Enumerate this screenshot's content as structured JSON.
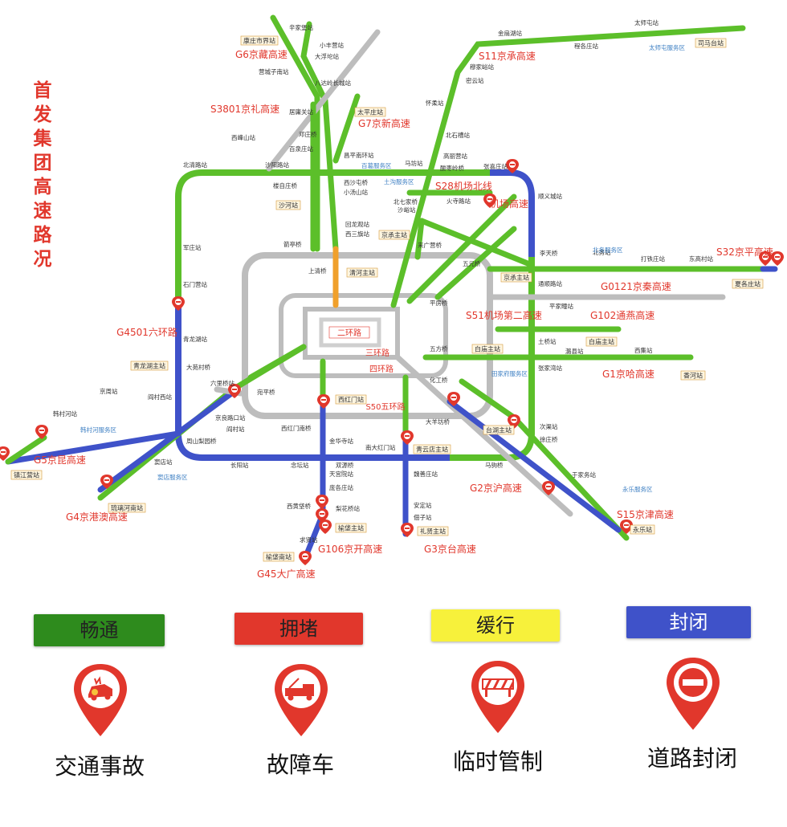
{
  "title": "首发集团高速路况",
  "colors": {
    "smooth": "#5cbf2a",
    "congest": "#e1372c",
    "slow": "#f3f03a",
    "closed": "#3f52c9",
    "ring": "#bdbdbd"
  },
  "rings": {
    "r2": "二环路",
    "r3": "三环路",
    "r4": "四环路",
    "r5": "S50五环路",
    "r6": "G4501六环路"
  },
  "highways": [
    {
      "key": "g6",
      "label": "G6京藏高速"
    },
    {
      "key": "s3801",
      "label": "S3801京礼高速"
    },
    {
      "key": "g7",
      "label": "G7京新高速"
    },
    {
      "key": "s11",
      "label": "S11京承高速"
    },
    {
      "key": "s28",
      "label": "S28机场北线"
    },
    {
      "key": "airport",
      "label": "机场高速"
    },
    {
      "key": "s32",
      "label": "S32京平高速"
    },
    {
      "key": "g0121",
      "label": "G0121京秦高速"
    },
    {
      "key": "s51",
      "label": "S51机场第二高速"
    },
    {
      "key": "g102",
      "label": "G102通燕高速"
    },
    {
      "key": "g1",
      "label": "G1京哈高速"
    },
    {
      "key": "g5",
      "label": "G5京昆高速"
    },
    {
      "key": "g4",
      "label": "G4京港澳高速"
    },
    {
      "key": "g2",
      "label": "G2京沪高速"
    },
    {
      "key": "s15",
      "label": "S15京津高速"
    },
    {
      "key": "g106",
      "label": "G106京开高速"
    },
    {
      "key": "g3",
      "label": "G3京台高速"
    },
    {
      "key": "g45",
      "label": "G45大广高速"
    }
  ],
  "boxed_stations": [
    {
      "key": "kangzhuang",
      "label": "康庄市界站"
    },
    {
      "key": "taiping",
      "label": "太平庄站"
    },
    {
      "key": "shahe",
      "label": "沙河站"
    },
    {
      "key": "jingcheng",
      "label": "京承主站"
    },
    {
      "key": "qinghe",
      "label": "清河主站"
    },
    {
      "key": "xiagezhuang",
      "label": "夏各庄站"
    },
    {
      "key": "baimiao",
      "label": "白庙主站"
    },
    {
      "key": "baiyi",
      "label": "白庙主站"
    },
    {
      "key": "xianghe",
      "label": "香河站"
    },
    {
      "key": "xihongmen",
      "label": "西红门站"
    },
    {
      "key": "qinglongtan",
      "label": "青龙湖主站"
    },
    {
      "key": "zhenjiangying",
      "label": "镇江营站"
    },
    {
      "key": "liulihe",
      "label": "琉璃河南站"
    },
    {
      "key": "qingyundian",
      "label": "青云店主站"
    },
    {
      "key": "zhazi",
      "label": "礼贤主站"
    },
    {
      "key": "yubao",
      "label": "榆垡主站"
    },
    {
      "key": "yufanan",
      "label": "榆垡南站"
    },
    {
      "key": "yongle",
      "label": "永乐站"
    },
    {
      "key": "taihu",
      "label": "台湖主站"
    },
    {
      "key": "simatai",
      "label": "司马台站"
    },
    {
      "key": "xiaotangshanchezhan",
      "label": "京承主站"
    }
  ],
  "stations": [
    {
      "key": "s1",
      "label": "辛家堡站"
    },
    {
      "key": "s2",
      "label": "小丰营站"
    },
    {
      "key": "s3",
      "label": "大浮坨站"
    },
    {
      "key": "s4",
      "label": "营城子南站"
    },
    {
      "key": "s5",
      "label": "八达岭长城站"
    },
    {
      "key": "s6",
      "label": "居庸关站"
    },
    {
      "key": "s7",
      "label": "西峰山站"
    },
    {
      "key": "s8",
      "label": "邓庄桥"
    },
    {
      "key": "s9",
      "label": "百泉庄站"
    },
    {
      "key": "s10",
      "label": "沙阳路站"
    },
    {
      "key": "s11",
      "label": "昌平南环站"
    },
    {
      "key": "s12",
      "label": "北清路站"
    },
    {
      "key": "s13",
      "label": "楼自庄桥"
    },
    {
      "key": "s14",
      "label": "西沙屯桥"
    },
    {
      "key": "s15",
      "label": "小汤山站"
    },
    {
      "key": "s16",
      "label": "回龙观站"
    },
    {
      "key": "s17",
      "label": "西三旗站"
    },
    {
      "key": "s18",
      "label": "箭亭桥"
    },
    {
      "key": "s19",
      "label": "上清桥"
    },
    {
      "key": "s20",
      "label": "军庄站"
    },
    {
      "key": "s21",
      "label": "石门营站"
    },
    {
      "key": "s22",
      "label": "青龙湖站"
    },
    {
      "key": "s23",
      "label": "大苑村桥"
    },
    {
      "key": "s24",
      "label": "京周站"
    },
    {
      "key": "s25",
      "label": "阎村西站"
    },
    {
      "key": "s26",
      "label": "韩村河站"
    },
    {
      "key": "s27",
      "label": "六里桥站"
    },
    {
      "key": "s28",
      "label": "京良路口站"
    },
    {
      "key": "s29",
      "label": "阎村站"
    },
    {
      "key": "s30",
      "label": "周山梨园桥"
    },
    {
      "key": "s31",
      "label": "窦店站"
    },
    {
      "key": "s32",
      "label": "长阳站"
    },
    {
      "key": "s33",
      "label": "宛平桥"
    },
    {
      "key": "s34",
      "label": "西红门南桥"
    },
    {
      "key": "s35",
      "label": "金华寺站"
    },
    {
      "key": "s36",
      "label": "念坛站"
    },
    {
      "key": "s37",
      "label": "双源桥"
    },
    {
      "key": "s38",
      "label": "天宫院站"
    },
    {
      "key": "s39",
      "label": "庞各庄站"
    },
    {
      "key": "s40",
      "label": "西黄垡桥"
    },
    {
      "key": "s41",
      "label": "梨花桥站"
    },
    {
      "key": "s42",
      "label": "求贤站"
    },
    {
      "key": "s43",
      "label": "南大红门站"
    },
    {
      "key": "s44",
      "label": "魏善庄站"
    },
    {
      "key": "s45",
      "label": "安定站"
    },
    {
      "key": "s46",
      "label": "佃子站"
    },
    {
      "key": "s47",
      "label": "大羊坊桥"
    },
    {
      "key": "s48",
      "label": "马驹桥"
    },
    {
      "key": "s49",
      "label": "次渠站"
    },
    {
      "key": "s50",
      "label": "徐庄桥"
    },
    {
      "key": "s51",
      "label": "于家务站"
    },
    {
      "key": "s52",
      "label": "化工桥"
    },
    {
      "key": "s53",
      "label": "五方桥"
    },
    {
      "key": "s54",
      "label": "平房桥"
    },
    {
      "key": "s55",
      "label": "五元桥"
    },
    {
      "key": "s56",
      "label": "来广营桥"
    },
    {
      "key": "s57",
      "label": "北七家桥"
    },
    {
      "key": "s58",
      "label": "沙峪站"
    },
    {
      "key": "s59",
      "label": "火寺路站"
    },
    {
      "key": "s60",
      "label": "马坊站"
    },
    {
      "key": "s61",
      "label": "高丽营站"
    },
    {
      "key": "s62",
      "label": "酸枣岭桥"
    },
    {
      "key": "s63",
      "label": "张喜庄站"
    },
    {
      "key": "s64",
      "label": "顺义城站"
    },
    {
      "key": "s65",
      "label": "北石槽站"
    },
    {
      "key": "s66",
      "label": "怀柔站"
    },
    {
      "key": "s67",
      "label": "密云站"
    },
    {
      "key": "s68",
      "label": "穆家峪站"
    },
    {
      "key": "s69",
      "label": "金扇湖站"
    },
    {
      "key": "s70",
      "label": "程各庄站"
    },
    {
      "key": "s71",
      "label": "太师屯站"
    },
    {
      "key": "s72",
      "label": "李天桥"
    },
    {
      "key": "s73",
      "label": "北务站"
    },
    {
      "key": "s74",
      "label": "打铁庄站"
    },
    {
      "key": "s75",
      "label": "东高村站"
    },
    {
      "key": "s76",
      "label": "通顺路站"
    },
    {
      "key": "s77",
      "label": "平家疃站"
    },
    {
      "key": "s78",
      "label": "土桥站"
    },
    {
      "key": "s79",
      "label": "潞县站"
    },
    {
      "key": "s80",
      "label": "西集站"
    },
    {
      "key": "s81",
      "label": "张家湾站"
    }
  ],
  "service_areas": [
    {
      "key": "sa1",
      "label": "百葛服务区"
    },
    {
      "key": "sa2",
      "label": "土沟服务区"
    },
    {
      "key": "sa3",
      "label": "太师屯服务区"
    },
    {
      "key": "sa4",
      "label": "北务服务区"
    },
    {
      "key": "sa5",
      "label": "田家府服务区"
    },
    {
      "key": "sa6",
      "label": "韩村河服务区"
    },
    {
      "key": "sa7",
      "label": "窦店服务区"
    },
    {
      "key": "sa8",
      "label": "永乐服务区"
    }
  ],
  "legend": {
    "status": [
      {
        "key": "smooth",
        "label": "畅通",
        "color": "#2e8b1d",
        "text": "#222222"
      },
      {
        "key": "congest",
        "label": "拥堵",
        "color": "#e1372c",
        "text": "#222222"
      },
      {
        "key": "slow",
        "label": "缓行",
        "color": "#f7f13b",
        "text": "#222222"
      },
      {
        "key": "closed",
        "label": "封闭",
        "color": "#3f52c9",
        "text": "#ffffff"
      }
    ],
    "events": [
      {
        "key": "accident",
        "label": "交通事故",
        "icon": "car-crash-icon"
      },
      {
        "key": "breakdown",
        "label": "故障车",
        "icon": "tow-truck-icon"
      },
      {
        "key": "control",
        "label": "临时管制",
        "icon": "barrier-icon"
      },
      {
        "key": "closure",
        "label": "道路封闭",
        "icon": "no-entry-icon"
      }
    ]
  }
}
